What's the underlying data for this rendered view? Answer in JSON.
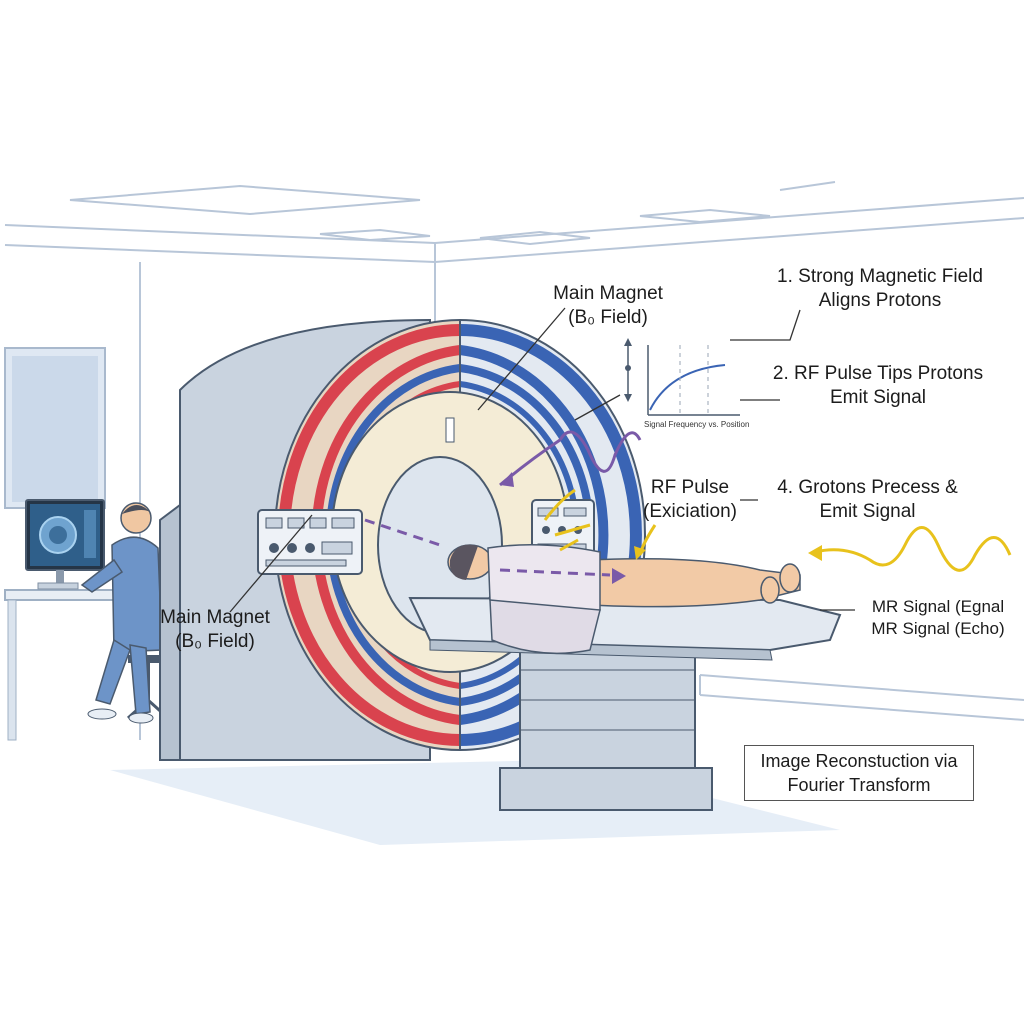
{
  "labels": {
    "main_magnet_top": {
      "line1": "Main Magnet",
      "line2": "(B₀ Field)"
    },
    "main_magnet_left": {
      "line1": "Main Magnet",
      "line2": "(B₀ Field)"
    },
    "rf_pulse": {
      "line1": "RF Pulse",
      "line2": "(Exiciation)"
    },
    "step1": {
      "line1": "1. Strong Magnetic Field",
      "line2": "Aligns Protons"
    },
    "step2": {
      "line1": "2. RF Pulse Tips Protons",
      "line2": "Emit Signal"
    },
    "step4": {
      "line1": "4. Grotons Precess &",
      "line2": "Emit Signal"
    },
    "mr_signal": {
      "line1": "MR Signal (Egnal",
      "line2": "MR Signal (Echo)"
    },
    "image_recon": {
      "line1": "Image Reconstuction via",
      "line2": "Fourier Transform"
    },
    "graph_caption": "Signal Frequency vs. Position"
  },
  "colors": {
    "outline": "#4a5a6e",
    "machine_body": "#c9d3df",
    "coil_red": "#d9434e",
    "coil_blue": "#3a64b4",
    "bore_cream": "#f4ecd6",
    "rf_purple": "#7a5aa8",
    "signal_yellow": "#e8c21c",
    "skin": "#f2caa6",
    "scrubs": "#6d94c8"
  }
}
